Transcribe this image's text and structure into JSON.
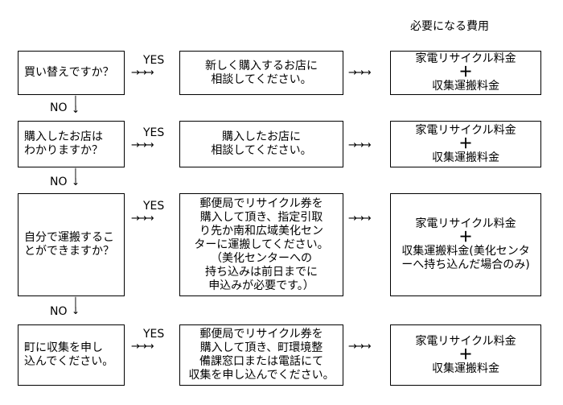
{
  "header": {
    "cost_title": "必要になる費用"
  },
  "yes_label": "YES",
  "no_label": "NO",
  "plus_sign": "＋",
  "rows": [
    {
      "question": "買い替えですか？",
      "action": "新しく購入するお店に\n相談してください。",
      "cost_line1": "家電リサイクル料金",
      "cost_line2": "収集運搬料金"
    },
    {
      "question": "購入したお店は\nわかりますか？",
      "action": "購入したお店に\n相談してください。",
      "cost_line1": "家電リサイクル料金",
      "cost_line2": "収集運搬料金"
    },
    {
      "question": "自分で運搬するこ\nとができますか？",
      "action": "郵便局でリサイクル券を\n購入して頂き、指定引取\nり先か南和広域美化セン\nターに運搬してください。\n（美化センターへの\n持ち込みは前日までに\n申込みが必要です。）",
      "cost_line1": "家電リサイクル料金",
      "cost_line2": "収集運搬料金(美化センタ\nーへ持ち込んだ場合のみ)"
    },
    {
      "question": "町に収集を申し\n込んでください。",
      "action": "郵便局でリサイクル券を\n購入して頂き、町環境整\n備課窓口または電話にて\n収集を申し込んでください。",
      "cost_line1": "家電リサイクル料金",
      "cost_line2": "収集運搬料金"
    }
  ]
}
